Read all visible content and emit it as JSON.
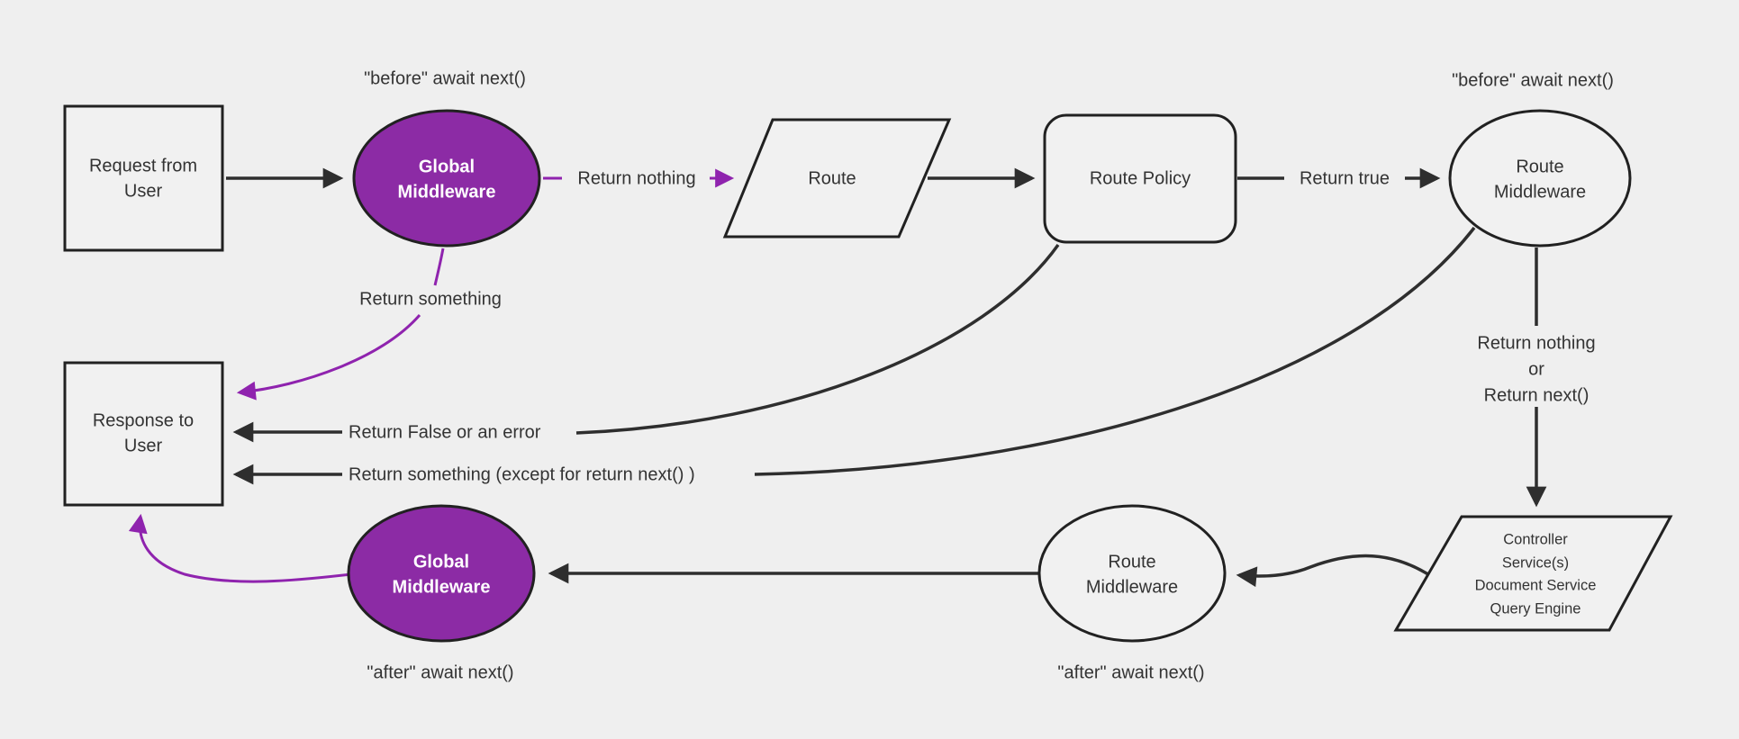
{
  "colors": {
    "background": "#efefef",
    "node_fill": "#f1f1f1",
    "node_stroke": "#212121",
    "edge_dark": "#2e2e2e",
    "purple_fill": "#8C2BA5",
    "purple_accent": "#8F23AE",
    "node_text": "#333333",
    "white_text": "#ffffff"
  },
  "nodes": {
    "request_box": {
      "lines": [
        "Request from",
        "User"
      ]
    },
    "global_middleware_top": {
      "lines": [
        "Global",
        "Middleware"
      ]
    },
    "route": {
      "label": "Route"
    },
    "route_policy": {
      "label": "Route Policy"
    },
    "route_middleware_top": {
      "lines": [
        "Route",
        "Middleware"
      ]
    },
    "controller_block": {
      "lines": [
        "Controller",
        "Service(s)",
        "Document Service",
        "Query Engine"
      ]
    },
    "route_middleware_bottom": {
      "lines": [
        "Route",
        "Middleware"
      ]
    },
    "global_middleware_bottom": {
      "lines": [
        "Global",
        "Middleware"
      ]
    },
    "response_box": {
      "lines": [
        "Response to",
        "User"
      ]
    }
  },
  "edge_labels": {
    "before_await_next_global": "\"before\" await next()",
    "return_nothing_top": "Return nothing",
    "return_true": "Return true",
    "before_await_next_route": "\"before\" await next()",
    "return_something_top": "Return something",
    "return_nothing_or_next": {
      "lines": [
        "Return nothing",
        "or",
        "Return next()"
      ]
    },
    "return_false_or_error": "Return False or an error",
    "return_something_except": "Return something (except for return next() )",
    "after_await_next_route": "\"after\" await next()",
    "after_await_next_global": "\"after\" await next()"
  }
}
